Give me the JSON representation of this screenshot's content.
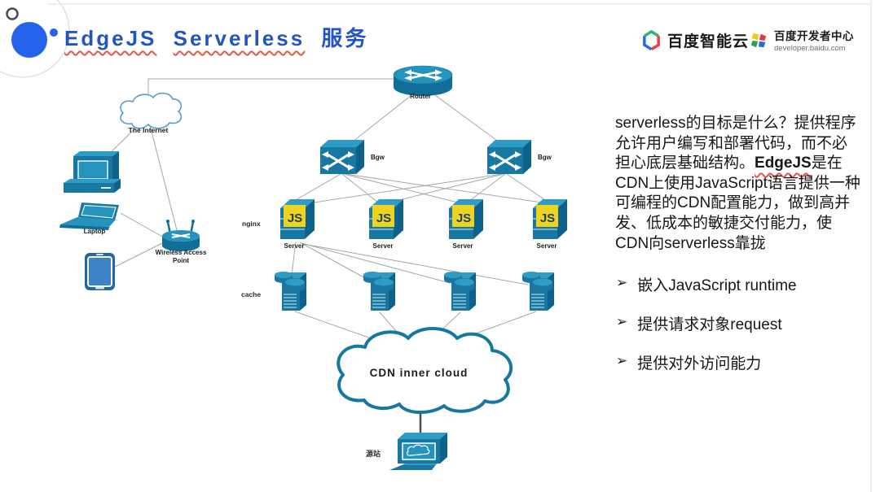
{
  "slide": {
    "title": {
      "word1": "EdgeJS",
      "word2": "Serverless",
      "word3": "服务"
    }
  },
  "header": {
    "brand_cloud": "百度智能云",
    "brand_dev": "百度开发者中心",
    "brand_dev_url": "developer.baidu.com"
  },
  "diagram": {
    "internet_label": "The Internet",
    "router_label": "Router",
    "bgw_left_label": "Bgw",
    "bgw_right_label": "Bgw",
    "laptop_label": "Laptop",
    "wap_label_line1": "Wireless Access",
    "wap_label_line2": "Point",
    "nginx_label": "nginx",
    "cache_label": "cache",
    "js_badge": "JS",
    "servers": [
      {
        "label": "Server"
      },
      {
        "label": "Server"
      },
      {
        "label": "Server"
      },
      {
        "label": "Server"
      }
    ],
    "cdn_cloud_label": "CDN inner cloud",
    "origin_label": "源站"
  },
  "sidebar": {
    "para_1": "serverless的目标是什么？提供程序允许用户编写和部署代码，而不必担心底层基础结构。",
    "para_em": "EdgeJS",
    "para_2": "是在CDN上使用JavaScript语言提供一种可编程的CDN配置能力，做到高并发、低成本的敏捷交付能力，使CDN向serverless靠拢",
    "bullets": [
      {
        "marker": "➢",
        "text": "嵌入JavaScript runtime"
      },
      {
        "marker": "➢",
        "text": "提供请求对象request"
      },
      {
        "marker": "➢",
        "text": "提供对外访问能力"
      }
    ]
  },
  "colors": {
    "title_blue": "#2355c2",
    "accent_blue": "#2563eb",
    "icon_teal": "#1878a1",
    "icon_teal_light": "#2e9cc3",
    "icon_teal_dark": "#0e6289",
    "js_yellow": "#eed31f"
  }
}
